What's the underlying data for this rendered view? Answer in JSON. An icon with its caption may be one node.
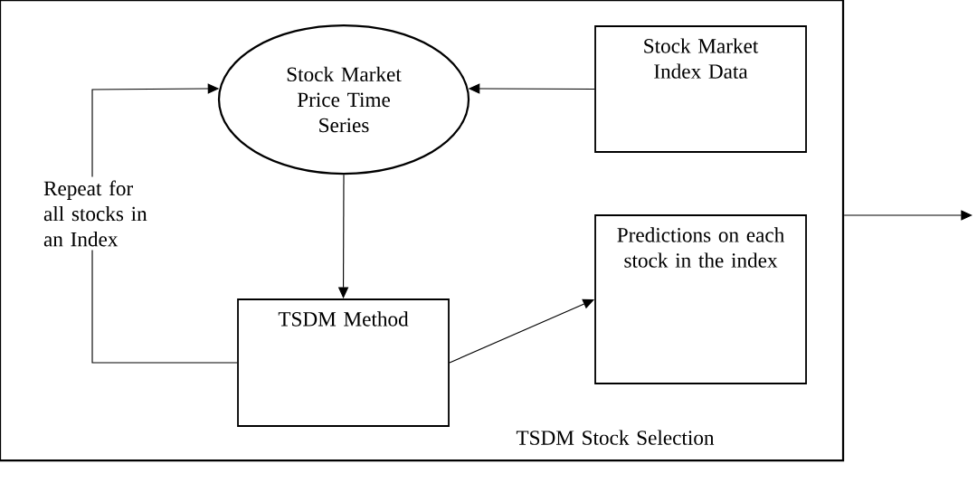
{
  "diagram": {
    "nodes": [
      {
        "text": [
          "TSDM Stock Selection"
        ]
      },
      {
        "text": [
          "Stock Market Price Time Series"
        ],
        "in": 0
      },
      {
        "text": [
          "Stock Market Index Data"
        ],
        "in": 0
      },
      {
        "text": [
          "TSDM Method"
        ],
        "in": 0
      },
      {
        "text": [
          "Predictions on each stock in the index"
        ],
        "in": 0
      }
    ],
    "edges": [
      {
        "from": 2,
        "to": 1,
        "arrow": "to"
      },
      {
        "from": 1,
        "to": 3,
        "arrow": "to"
      },
      {
        "from": 3,
        "to": 1,
        "arrow": "to",
        "label": "Repeat for all stocks in an Index"
      },
      {
        "from": 3,
        "to": 4,
        "arrow": "to"
      },
      {
        "from": 0,
        "to": null,
        "arrow": "to"
      }
    ]
  }
}
